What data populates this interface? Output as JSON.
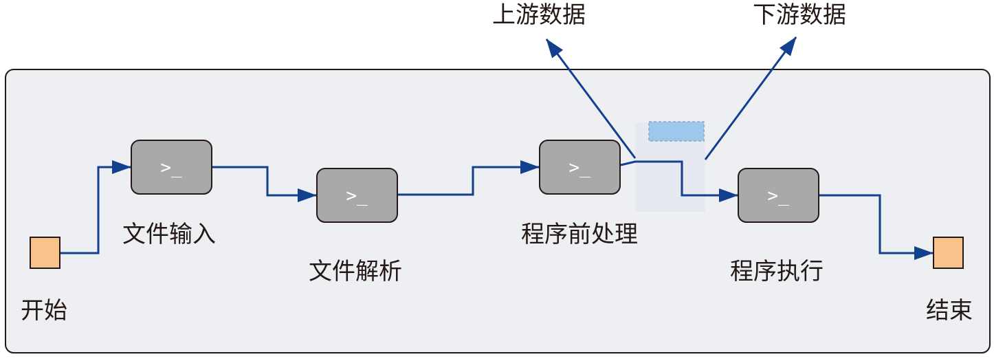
{
  "labels": {
    "start": "开始",
    "end": "结束",
    "upstream": "上游数据",
    "downstream": "下游数据"
  },
  "steps": [
    {
      "label": "文件输入",
      "icon_text": ">_"
    },
    {
      "label": "文件解析",
      "icon_text": ">_"
    },
    {
      "label": "程序前处理",
      "icon_text": ">_"
    },
    {
      "label": "程序执行",
      "icon_text": ">_"
    }
  ],
  "icons": {
    "step": "terminal-icon",
    "terminal": "square-node-icon"
  },
  "colors": {
    "panel_fill": "#eeeff2",
    "panel_stroke": "#231815",
    "flow_line": "#123f8e",
    "step_fill": "#a9a9a9",
    "terminal_fill": "#f7c28b",
    "highlight": "#9dc7eb",
    "text": "#231815"
  }
}
